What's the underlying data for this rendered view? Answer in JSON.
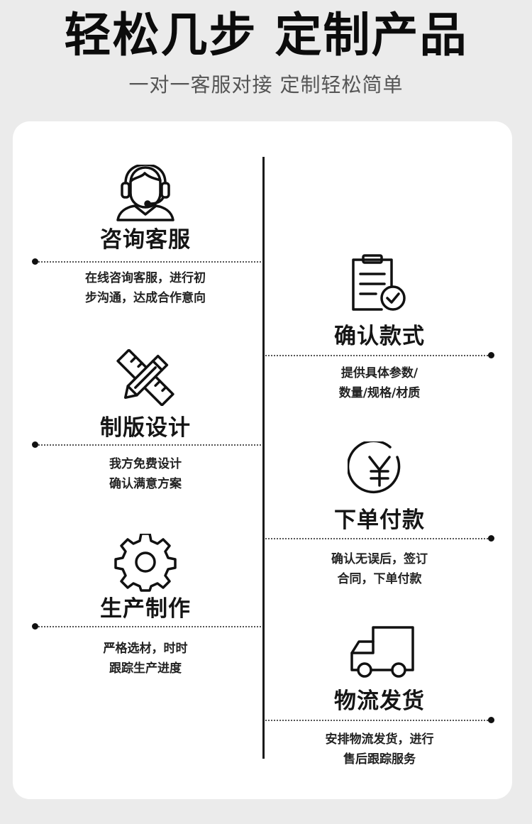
{
  "header": {
    "title": "轻松几步 定制产品",
    "subtitle": "一对一客服对接 定制轻松简单"
  },
  "steps": [
    {
      "name": "咨询客服",
      "icon": "customer-service-headset-icon",
      "desc": [
        "在线咨询客服，进行初",
        "步沟通，达成合作意向"
      ]
    },
    {
      "name": "确认款式",
      "icon": "clipboard-check-icon",
      "desc": [
        "提供具体参数/",
        "数量/规格/材质"
      ]
    },
    {
      "name": "制版设计",
      "icon": "pencil-ruler-icon",
      "desc": [
        "我方免费设计",
        "确认满意方案"
      ]
    },
    {
      "name": "下单付款",
      "icon": "yuan-circle-icon",
      "desc": [
        "确认无误后，签订",
        "合同，下单付款"
      ]
    },
    {
      "name": "生产制作",
      "icon": "gear-icon",
      "desc": [
        "严格选材，时时",
        "跟踪生产进度"
      ]
    },
    {
      "name": "物流发货",
      "icon": "delivery-truck-icon",
      "desc": [
        "安排物流发货，进行",
        "售后跟踪服务"
      ]
    }
  ]
}
